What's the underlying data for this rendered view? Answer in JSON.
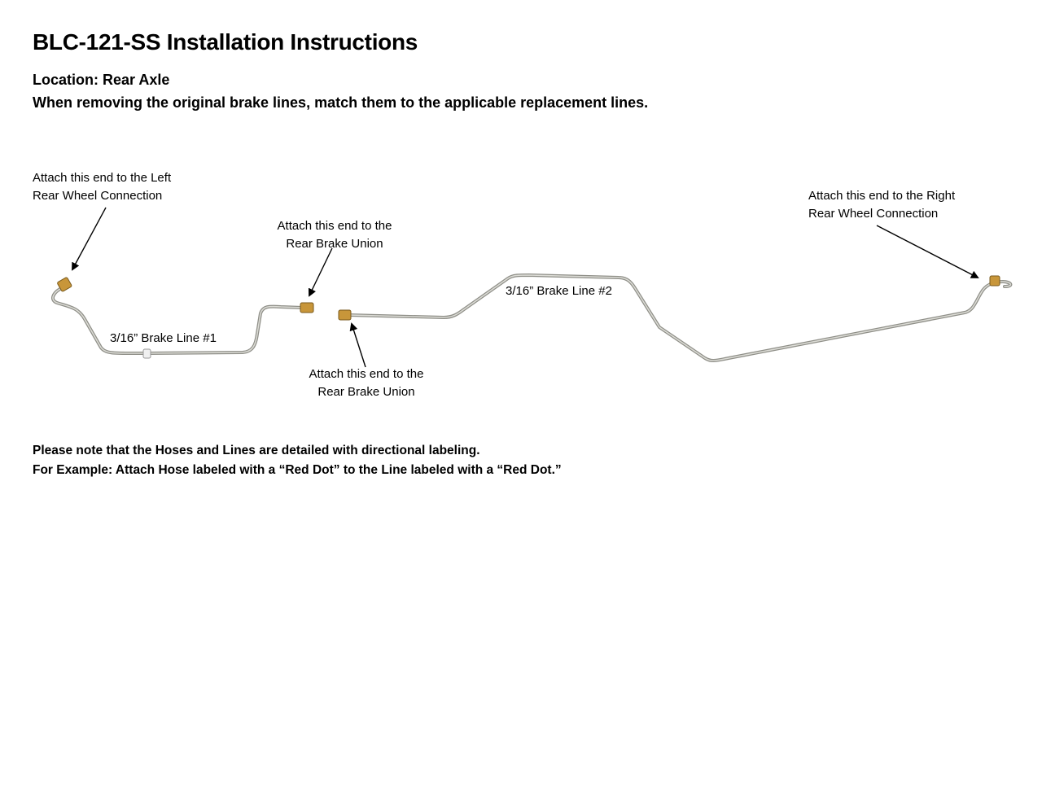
{
  "title": "BLC-121-SS Installation Instructions",
  "location": "Location: Rear Axle",
  "match_instruction": "When removing the original brake lines, match them to the applicable replacement lines.",
  "callouts": {
    "left_wheel": {
      "line1": "Attach this end to the Left",
      "line2": "Rear Wheel Connection"
    },
    "union_top": {
      "line1": "Attach this end to the",
      "line2": "Rear Brake Union"
    },
    "union_bottom": {
      "line1": "Attach this end to the",
      "line2": "Rear Brake Union"
    },
    "right_wheel": {
      "line1": "Attach this end to the Right",
      "line2": "Rear Wheel Connection"
    }
  },
  "lines": {
    "line1_label": "3/16” Brake Line #1",
    "line2_label": "3/16” Brake Line #2"
  },
  "notes": {
    "note1": "Please note that the Hoses and Lines are detailed with directional labeling.",
    "note2": "For Example: Attach Hose labeled with a “Red Dot” to the Line labeled with a “Red Dot.”"
  },
  "colors": {
    "tube": "#a8a8a0",
    "fitting": "#c89a3c",
    "arrow": "#000000"
  }
}
